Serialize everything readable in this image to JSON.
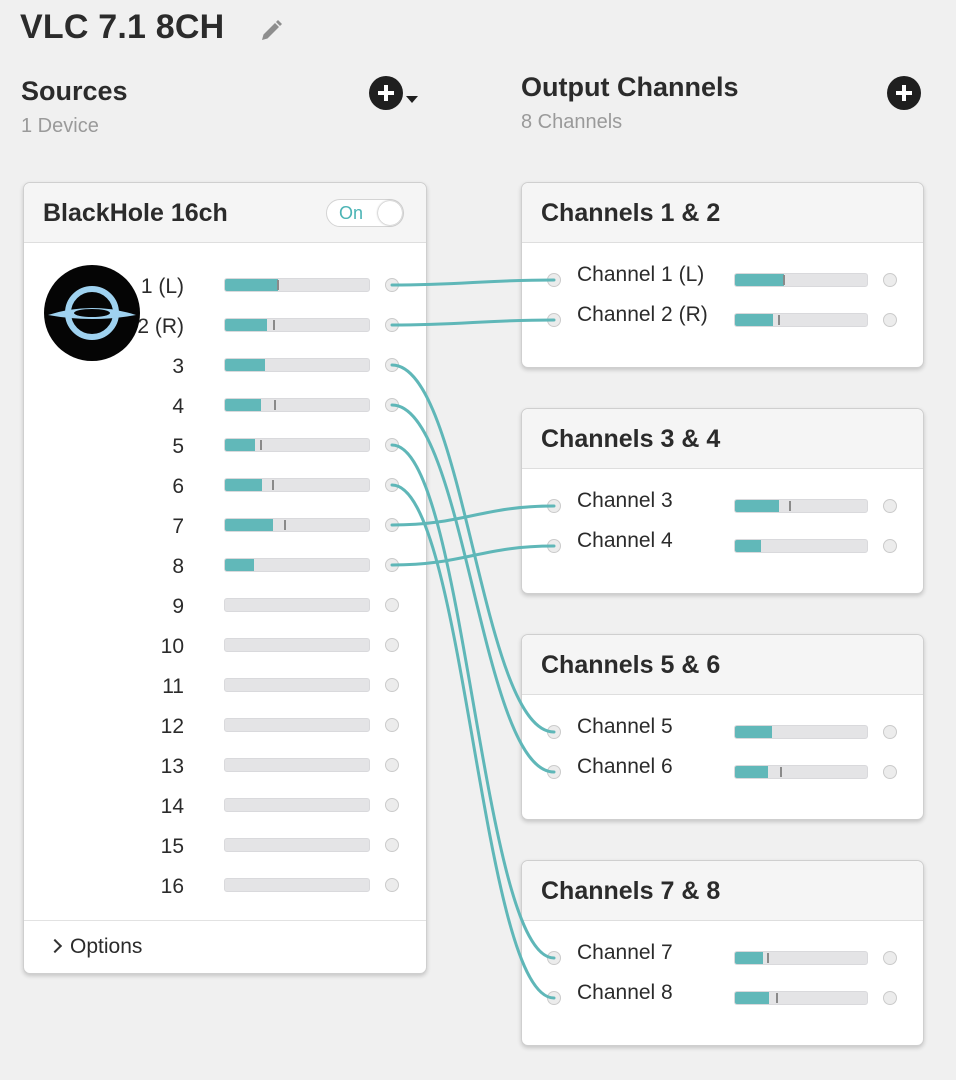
{
  "title": "VLC 7.1 8CH",
  "sources": {
    "title": "Sources",
    "subtitle": "1 Device"
  },
  "outputs": {
    "title": "Output Channels",
    "subtitle": "8 Channels"
  },
  "device": {
    "name": "BlackHole 16ch",
    "toggle_label": "On",
    "channels": [
      {
        "label": "1 (L)",
        "level": 0.37,
        "peak": 0.37
      },
      {
        "label": "2 (R)",
        "level": 0.29,
        "peak": 0.34
      },
      {
        "label": "3",
        "level": 0.28,
        "peak": null
      },
      {
        "label": "4",
        "level": 0.25,
        "peak": 0.35
      },
      {
        "label": "5",
        "level": 0.21,
        "peak": 0.25
      },
      {
        "label": "6",
        "level": 0.26,
        "peak": 0.33
      },
      {
        "label": "7",
        "level": 0.33,
        "peak": 0.42
      },
      {
        "label": "8",
        "level": 0.2,
        "peak": null
      },
      {
        "label": "9",
        "level": 0,
        "peak": null
      },
      {
        "label": "10",
        "level": 0,
        "peak": null
      },
      {
        "label": "11",
        "level": 0,
        "peak": null
      },
      {
        "label": "12",
        "level": 0,
        "peak": null
      },
      {
        "label": "13",
        "level": 0,
        "peak": null
      },
      {
        "label": "14",
        "level": 0,
        "peak": null
      },
      {
        "label": "15",
        "level": 0,
        "peak": null
      },
      {
        "label": "16",
        "level": 0,
        "peak": null
      }
    ],
    "options_label": "Options"
  },
  "groups": [
    {
      "title": "Channels 1 & 2",
      "channels": [
        {
          "label": "Channel 1 (L)",
          "level": 0.37,
          "peak": 0.37
        },
        {
          "label": "Channel 2 (R)",
          "level": 0.29,
          "peak": 0.33
        }
      ]
    },
    {
      "title": "Channels 3 & 4",
      "channels": [
        {
          "label": "Channel 3",
          "level": 0.33,
          "peak": 0.42
        },
        {
          "label": "Channel 4",
          "level": 0.2,
          "peak": null
        }
      ]
    },
    {
      "title": "Channels 5 & 6",
      "channels": [
        {
          "label": "Channel 5",
          "level": 0.28,
          "peak": null
        },
        {
          "label": "Channel 6",
          "level": 0.25,
          "peak": 0.35
        }
      ]
    },
    {
      "title": "Channels 7 & 8",
      "channels": [
        {
          "label": "Channel 7",
          "level": 0.21,
          "peak": 0.25
        },
        {
          "label": "Channel 8",
          "level": 0.26,
          "peak": 0.32
        }
      ]
    }
  ],
  "routes": [
    {
      "from": 1,
      "to": 1
    },
    {
      "from": 2,
      "to": 2
    },
    {
      "from": 3,
      "to": 5
    },
    {
      "from": 4,
      "to": 6
    },
    {
      "from": 5,
      "to": 7
    },
    {
      "from": 6,
      "to": 8
    },
    {
      "from": 7,
      "to": 3
    },
    {
      "from": 8,
      "to": 4
    }
  ],
  "colors": {
    "accent": "#61b8b9",
    "cable": "#5fb7b8"
  },
  "icons": {
    "edit": "pencil-icon",
    "add": "plus-circle-icon",
    "device": "blackhole-logo-icon",
    "expand": "chevron-right-icon"
  }
}
